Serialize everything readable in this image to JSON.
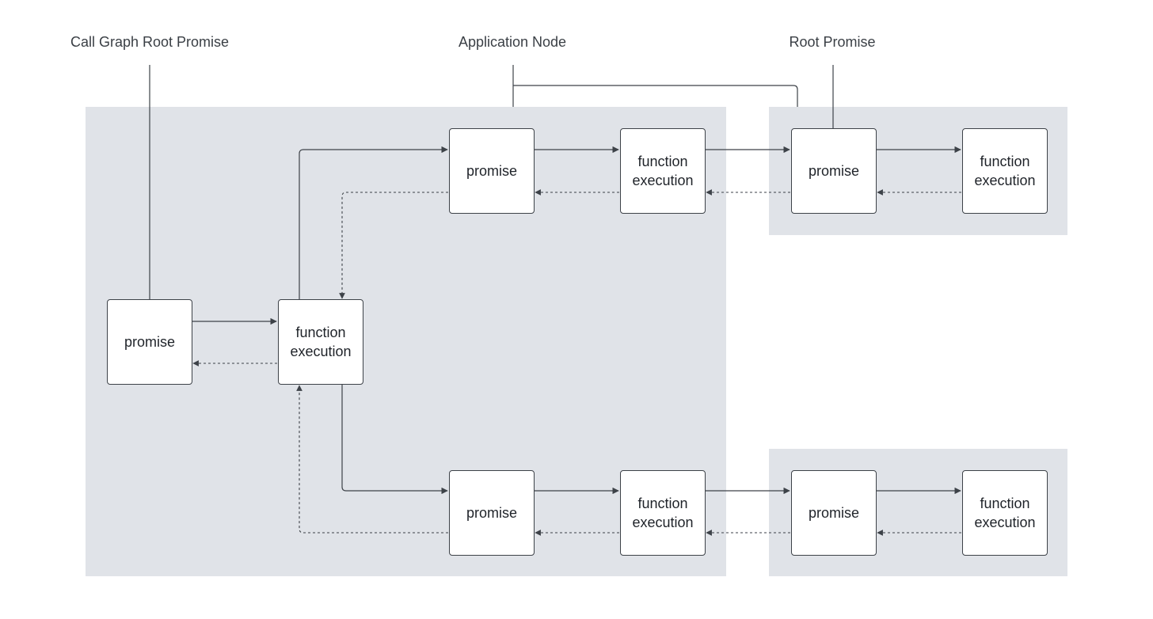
{
  "labels": {
    "call_graph_root": "Call Graph Root Promise",
    "application_node": "Application Node",
    "root_promise": "Root Promise"
  },
  "nodes": {
    "promise_main": "promise",
    "function_main": "function\nexecution",
    "promise_top": "promise",
    "function_top": "function\nexecution",
    "promise_top_right": "promise",
    "function_top_right": "function\nexecution",
    "promise_bottom": "promise",
    "function_bottom": "function\nexecution",
    "promise_bottom_right": "promise",
    "function_bottom_right": "function\nexecution"
  },
  "colors": {
    "group_background": "#e0e3e8",
    "node_border": "#3d4248",
    "connector": "#3d4248"
  }
}
